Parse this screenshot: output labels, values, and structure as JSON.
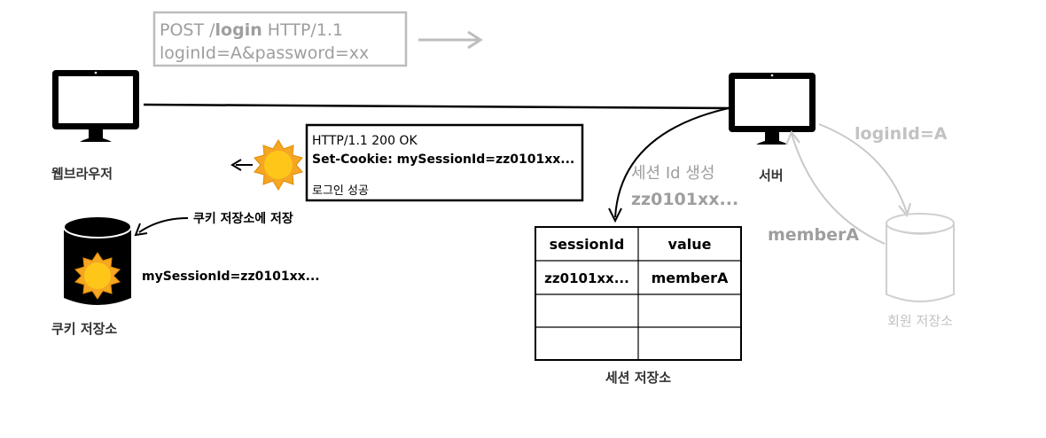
{
  "request": {
    "line1_prefix": "POST /",
    "line1_path": "login",
    "line1_suffix": " HTTP/1.1",
    "line2": "loginId=A&password=xx"
  },
  "browser": {
    "label": "웹브라우저"
  },
  "server": {
    "label": "서버"
  },
  "response": {
    "status": "HTTP/1.1 200 OK",
    "set_cookie": "Set-Cookie: mySessionId=zz0101xx...",
    "message": "로그인 성공"
  },
  "cookie_store": {
    "arrow_label": "쿠키 저장소에 저장",
    "content": "mySessionId=zz0101xx...",
    "label": "쿠키 저장소"
  },
  "session_create": {
    "line1": "세션 Id 생성",
    "line2": "zz0101xx..."
  },
  "session_table": {
    "headers": [
      "sessionId",
      "value"
    ],
    "rows": [
      [
        "zz0101xx...",
        "memberA"
      ],
      [
        "",
        ""
      ],
      [
        "",
        ""
      ]
    ],
    "label": "세션 저장소"
  },
  "member_flow": {
    "request_label": "loginId=A",
    "response_label": "memberA"
  },
  "member_store": {
    "label": "회원 저장소"
  },
  "colors": {
    "black": "#000000",
    "gray": "#9e9e9e",
    "light_gray": "#c8c8c8",
    "sun_orange": "#f5a623",
    "sun_yellow": "#ffc61a"
  }
}
